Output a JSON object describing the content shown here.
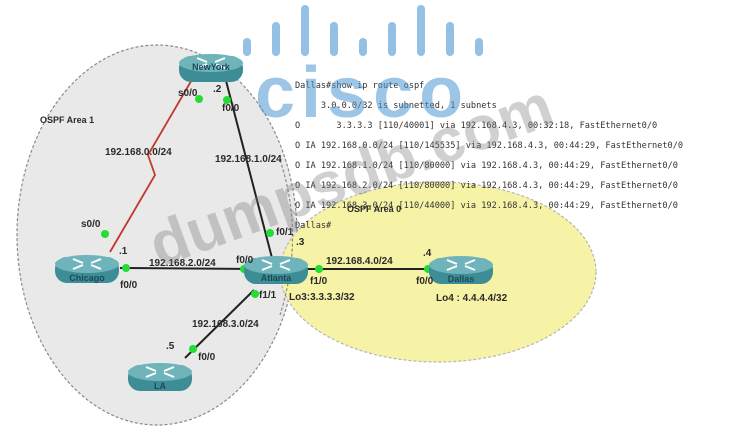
{
  "areas": [
    {
      "id": "area1",
      "label": "OSPF Area 1",
      "fill": "#e8e8e8"
    },
    {
      "id": "area0",
      "label": "OSPF Area 0",
      "fill": "#f5f2a0"
    }
  ],
  "routers": [
    {
      "id": "newyork",
      "name": "NewYork"
    },
    {
      "id": "chicago",
      "name": "Chicago"
    },
    {
      "id": "atlanta",
      "name": "Atlanta"
    },
    {
      "id": "la",
      "name": "LA"
    },
    {
      "id": "dallas",
      "name": "Dallas"
    }
  ],
  "links": [
    {
      "id": "ny-chicago",
      "network": "192.168.0.0/24",
      "type": "serial",
      "color": "#c0392b",
      "a_if": "s0/0",
      "b_if": "s0/0"
    },
    {
      "id": "ny-atlanta",
      "network": "192.168.1.0/24",
      "type": "ethernet",
      "color": "#222222",
      "a_if": "f0/0",
      "b_if": "f0/1"
    },
    {
      "id": "chicago-atlanta",
      "network": "192.168.2.0/24",
      "type": "ethernet",
      "color": "#222222",
      "a_if": "f0/0",
      "b_if": "f0/0"
    },
    {
      "id": "atlanta-la",
      "network": "192.168.3.0/24",
      "type": "ethernet",
      "color": "#222222",
      "a_if": "f1/1",
      "b_if": "f0/0"
    },
    {
      "id": "atlanta-dallas",
      "network": "192.168.4.0/24",
      "type": "ethernet",
      "color": "#222222",
      "a_if": "f1/0",
      "b_if": "f0/0"
    }
  ],
  "host_ids": {
    "newyork": ".2",
    "chicago": ".1",
    "atlanta": ".3",
    "la": ".5",
    "dallas": ".4"
  },
  "loopbacks": {
    "atlanta": "Lo3:3.3.3.3/32",
    "dallas": "Lo4 : 4.4.4.4/32"
  },
  "terminal": {
    "prompt_cmd": "Dallas#show ip route ospf",
    "lines": [
      "     3.0.0.0/32 is subnetted, 1 subnets",
      "O       3.3.3.3 [110/40001] via 192.168.4.3, 00:32:18, FastEthernet0/0",
      "O IA 192.168.0.0/24 [110/145535] via 192.168.4.3, 00:44:29, FastEthernet0/0",
      "O IA 192.168.1.0/24 [110/80000] via 192.168.4.3, 00:44:29, FastEthernet0/0",
      "O IA 192.168.2.0/24 [110/80000] via 192.168.4.3, 00:44:29, FastEthernet0/0",
      "O IA 192.168.3.0/24 [110/44000] via 192.168.4.3, 00:44:29, FastEthernet0/0"
    ],
    "end_prompt": "Dallas#"
  },
  "watermarks": {
    "logo": "cisco",
    "site": "dumpsdb.com"
  },
  "colors": {
    "router_body": "#3d8d96",
    "router_top": "#6fb4bb",
    "port_dot": "#22dd33",
    "area1_border": "#888888",
    "area0_border": "#aaaaaa",
    "logo_blue": "#4b96d2"
  }
}
